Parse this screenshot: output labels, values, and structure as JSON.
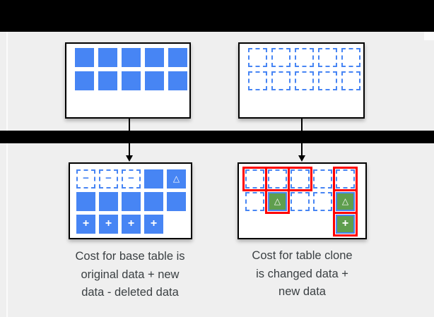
{
  "colors": {
    "background": "#efefef",
    "bar": "#000000",
    "blue": "#4785f4",
    "green": "#5f9e4e",
    "red": "#ff0000",
    "text": "#3b4043"
  },
  "glyphs": {
    "dashed-minus": "−",
    "solid-triangle": "△",
    "solid-plus": "+",
    "red-green-triangle": "△",
    "red-green-plus": "+"
  },
  "diagram": {
    "base_table_before": {
      "cells": [
        "solid",
        "solid",
        "solid",
        "solid",
        "solid",
        "solid",
        "solid",
        "solid",
        "solid",
        "solid"
      ]
    },
    "table_clone_before": {
      "cells": [
        "dashed",
        "dashed",
        "dashed",
        "dashed",
        "dashed",
        "dashed",
        "dashed",
        "dashed",
        "dashed",
        "dashed"
      ]
    },
    "base_table_after": {
      "cells": [
        "dashed-minus",
        "dashed-minus",
        "dashed-minus",
        "solid",
        "solid-triangle",
        "solid",
        "solid",
        "solid",
        "solid",
        "solid",
        "solid-plus",
        "solid-plus",
        "solid-plus",
        "solid-plus",
        "empty"
      ]
    },
    "table_clone_after": {
      "cells": [
        "red-dashed",
        "red-dashed",
        "red-dashed",
        "dashed",
        "red-dashed",
        "dashed",
        "red-green-triangle",
        "dashed",
        "dashed",
        "red-green-triangle",
        "empty",
        "empty",
        "empty",
        "empty",
        "red-green-plus"
      ]
    },
    "captions": {
      "base_table": {
        "lines": [
          "Cost for base table is",
          "original data + new",
          "data - deleted data"
        ]
      },
      "table_clone": {
        "lines": [
          "Cost for table clone",
          "is changed data +",
          "new data"
        ]
      }
    }
  }
}
